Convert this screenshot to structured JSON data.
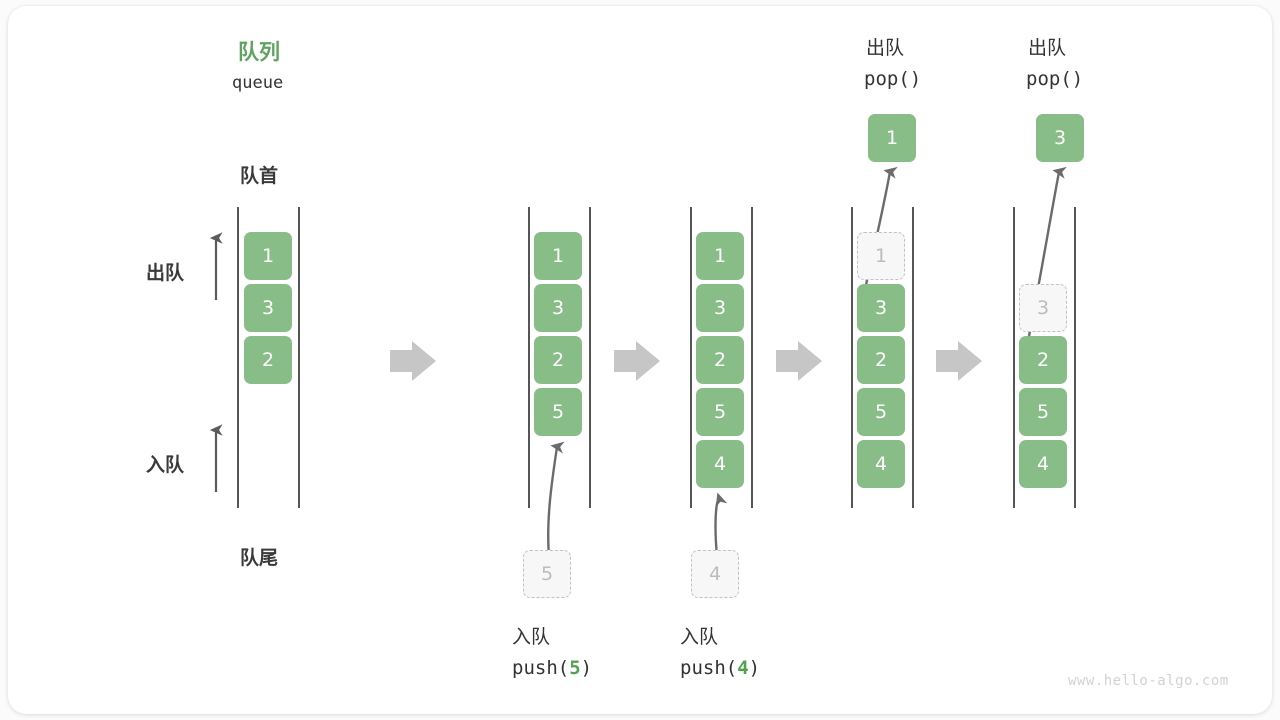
{
  "diagram": {
    "title_cn": "队列",
    "title_en": "queue",
    "head_label": "队首",
    "tail_label": "队尾",
    "dequeue_label": "出队",
    "enqueue_label": "入队",
    "watermark": "www.hello-algo.com",
    "colors": {
      "accent_green": "#88BD88",
      "title_green": "#5EA45E",
      "ghost_gray": "#bcbcbc",
      "arrow_gray": "#c6c6c6",
      "rail_gray": "#555555",
      "text_dark": "#333333"
    }
  },
  "stages": [
    {
      "id": "stage-initial",
      "cells": [
        {
          "value": "1",
          "ghost": false
        },
        {
          "value": "3",
          "ghost": false
        },
        {
          "value": "2",
          "ghost": false
        }
      ],
      "op_cn": "",
      "op_code": "",
      "op_arg": "",
      "ghost_cell_value": "",
      "result_cell_value": ""
    },
    {
      "id": "stage-push-5",
      "cells": [
        {
          "value": "1",
          "ghost": false
        },
        {
          "value": "3",
          "ghost": false
        },
        {
          "value": "2",
          "ghost": false
        },
        {
          "value": "5",
          "ghost": false
        }
      ],
      "op_cn": "入队",
      "op_code_prefix": "push(",
      "op_arg": "5",
      "op_code_suffix": ")",
      "ghost_cell_value": "5",
      "result_cell_value": ""
    },
    {
      "id": "stage-push-4",
      "cells": [
        {
          "value": "1",
          "ghost": false
        },
        {
          "value": "3",
          "ghost": false
        },
        {
          "value": "2",
          "ghost": false
        },
        {
          "value": "5",
          "ghost": false
        },
        {
          "value": "4",
          "ghost": false
        }
      ],
      "op_cn": "入队",
      "op_code_prefix": "push(",
      "op_arg": "4",
      "op_code_suffix": ")",
      "ghost_cell_value": "4",
      "result_cell_value": ""
    },
    {
      "id": "stage-pop-1",
      "cells": [
        {
          "value": "1",
          "ghost": true
        },
        {
          "value": "3",
          "ghost": false
        },
        {
          "value": "2",
          "ghost": false
        },
        {
          "value": "5",
          "ghost": false
        },
        {
          "value": "4",
          "ghost": false
        }
      ],
      "op_cn": "出队",
      "op_code": "pop()",
      "result_cell_value": "1"
    },
    {
      "id": "stage-pop-3",
      "cells": [
        {
          "value": "",
          "ghost": false,
          "empty": true
        },
        {
          "value": "3",
          "ghost": true
        },
        {
          "value": "2",
          "ghost": false
        },
        {
          "value": "5",
          "ghost": false
        },
        {
          "value": "4",
          "ghost": false
        }
      ],
      "op_cn": "出队",
      "op_code": "pop()",
      "result_cell_value": "3"
    }
  ]
}
